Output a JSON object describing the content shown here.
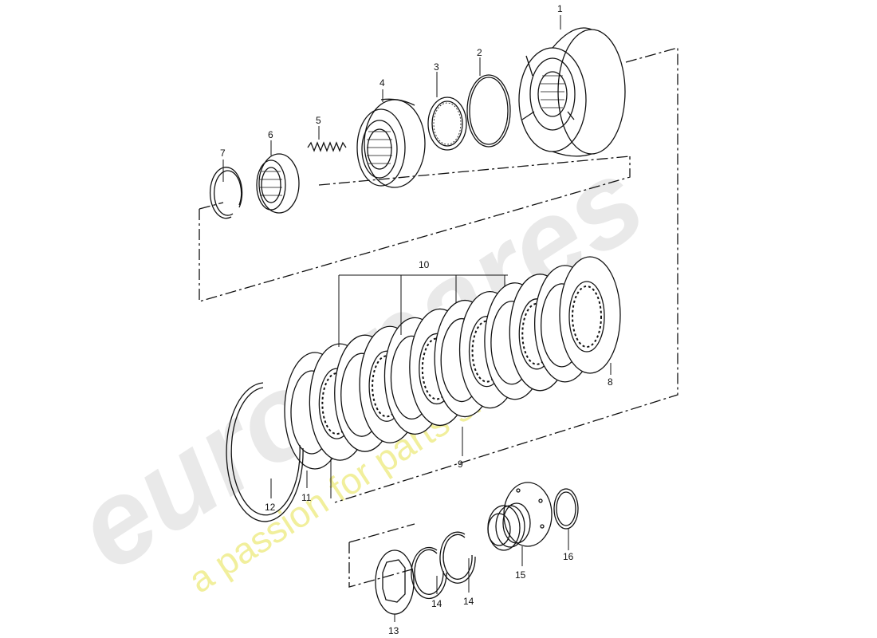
{
  "watermark": {
    "brand": "eurospares",
    "tagline": "a passion for parts since 1985",
    "brand_color": "#e6e6e6",
    "tagline_color": "#f0ee96"
  },
  "callouts": {
    "p1": "1",
    "p2": "2",
    "p3": "3",
    "p4": "4",
    "p5": "5",
    "p6": "6",
    "p7": "7",
    "p8": "8",
    "p9": "9",
    "p10": "10",
    "p11": "11",
    "p12": "12",
    "p13": "13",
    "p14a": "14",
    "p14b": "14",
    "p15": "15",
    "p16": "16"
  },
  "colors": {
    "line": "#111111",
    "background": "#ffffff"
  }
}
